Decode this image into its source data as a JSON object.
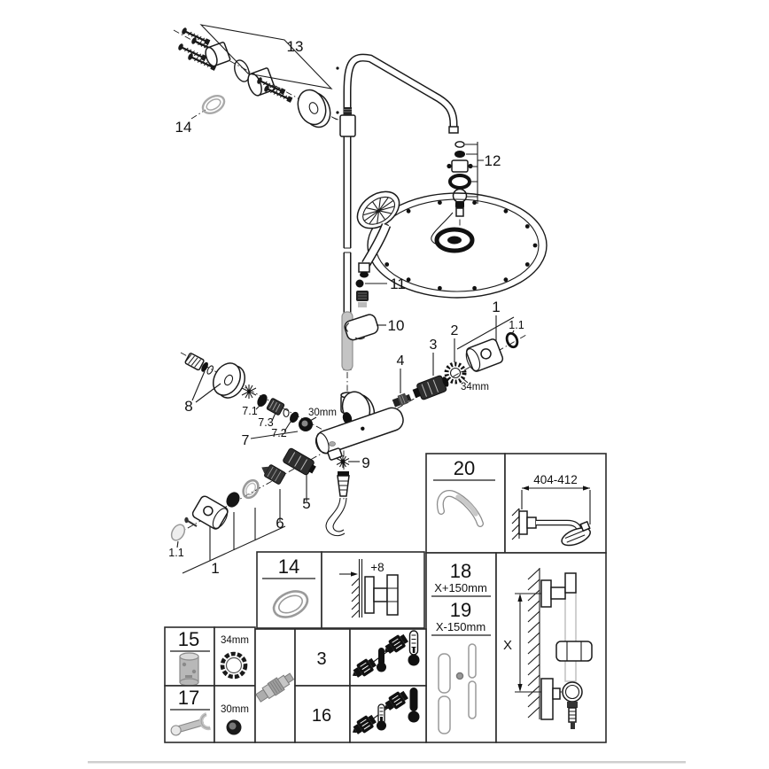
{
  "colors": {
    "line": "#1a1a1a",
    "chrome": "#b4b4b4",
    "background": "#ffffff"
  },
  "exploded_view": {
    "callouts": {
      "c13": "13",
      "c14": "14",
      "c12": "12",
      "c11": "11",
      "c10": "10",
      "c8": "8",
      "c7": "7",
      "c7_1": "7.1",
      "c7_3": "7.3",
      "c7_2": "7.2",
      "c30mm": "30mm",
      "c4": "4",
      "c3": "3",
      "c2": "2",
      "c34mm": "34mm",
      "c1_right": "1",
      "c1_1_right": "1.1",
      "c9": "9",
      "c5": "5",
      "c6": "6",
      "c1_bottom": "1",
      "c1_1_bottom": "1.1"
    }
  },
  "info_table": {
    "panel_20": {
      "label": "20"
    },
    "panel_arm_dimension": {
      "value": "404-412"
    },
    "panel_14": {
      "label": "14"
    },
    "panel_offset": {
      "value": "+8"
    },
    "panel_18": {
      "label": "18",
      "formula": "X+150mm"
    },
    "panel_19": {
      "label": "19",
      "formula": "X-150mm"
    },
    "panel_height": {
      "value": "X"
    },
    "panel_15": {
      "label": "15"
    },
    "panel_34mm": {
      "value": "34mm"
    },
    "panel_17": {
      "label": "17"
    },
    "panel_30mm": {
      "value": "30mm"
    },
    "panel_3": {
      "label": "3"
    },
    "panel_16": {
      "label": "16"
    }
  }
}
